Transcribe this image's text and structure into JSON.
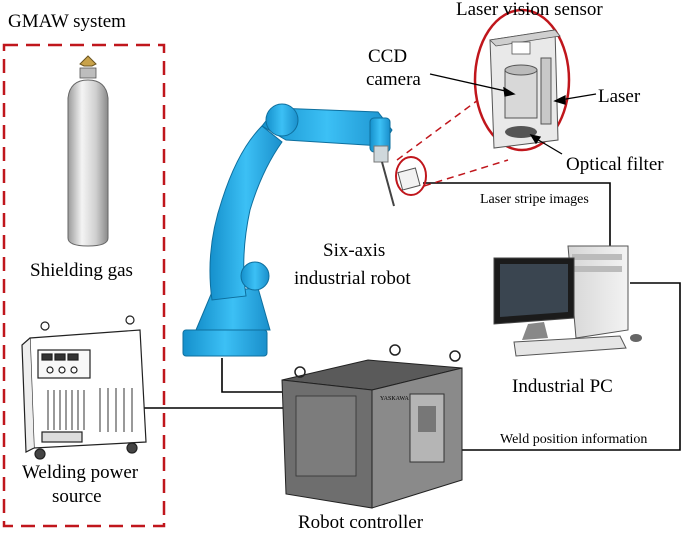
{
  "labels": {
    "gmaw_system": "GMAW system",
    "laser_vision_sensor": "Laser vision sensor",
    "ccd_camera_line1": "CCD",
    "ccd_camera_line2": "camera",
    "laser": "Laser",
    "optical_filter": "Optical filter",
    "laser_stripe_images": "Laser stripe images",
    "six_axis_line1": "Six-axis",
    "six_axis_line2": "industrial robot",
    "shielding_gas": "Shielding gas",
    "industrial_pc": "Industrial PC",
    "weld_position_information": "Weld position information",
    "welding_power_line1": "Welding power",
    "welding_power_line2": "source",
    "robot_controller": "Robot controller",
    "controller_brand": "YASKAWA"
  },
  "colors": {
    "gmaw_border": "#c0161c",
    "sensor_highlight": "#c0161c",
    "robot_blue": "#1fa9e6",
    "connector_line": "#000000"
  },
  "icons": [
    "gas-cylinder-icon",
    "welding-power-source-icon",
    "industrial-robot-icon",
    "laser-vision-sensor-icon",
    "desktop-pc-icon",
    "robot-controller-icon"
  ]
}
